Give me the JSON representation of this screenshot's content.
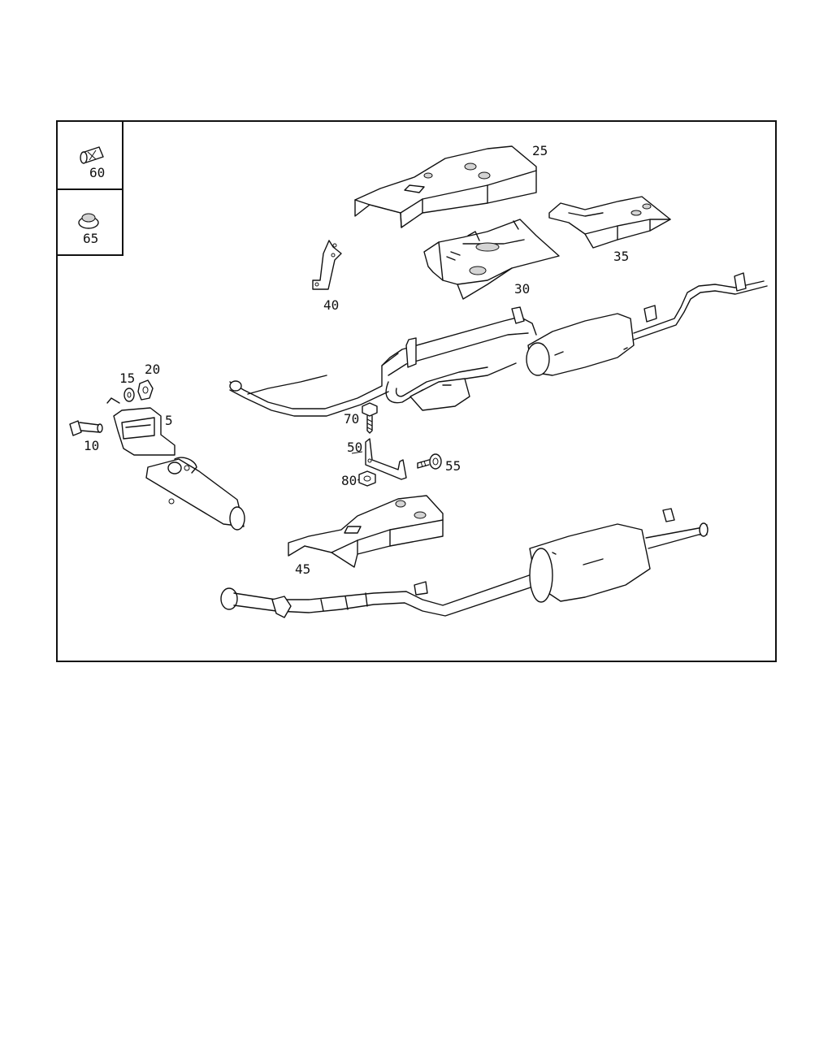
{
  "callouts": {
    "p5": "5",
    "p10": "10",
    "p15": "15",
    "p20": "20",
    "p25": "25",
    "p30": "30",
    "p35": "35",
    "p40": "40",
    "p45": "45",
    "p50": "50",
    "p55": "55",
    "p60": "60",
    "p65": "65",
    "p70": "70",
    "p80": "80"
  },
  "colors": {
    "ink": "#111111",
    "paper": "#ffffff",
    "shading": "#d4d4d4"
  }
}
